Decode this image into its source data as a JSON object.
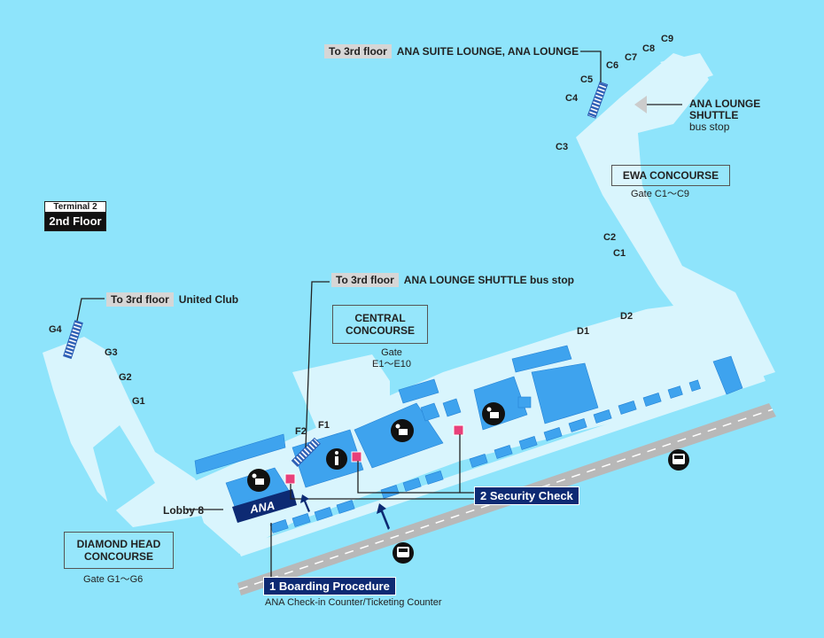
{
  "floor": {
    "terminal": "Terminal 2",
    "floor": "2nd Floor"
  },
  "callouts": {
    "ewa_lounge": {
      "tag": "To 3rd floor",
      "text": "ANA SUITE LOUNGE, ANA LOUNGE"
    },
    "central_shuttle": {
      "tag": "To 3rd floor",
      "text": "ANA LOUNGE SHUTTLE bus stop"
    },
    "united": {
      "tag": "To 3rd floor",
      "text": "United Club"
    },
    "shuttle_stop": [
      "ANA LOUNGE",
      "SHUTTLE",
      "bus stop"
    ]
  },
  "concourses": {
    "ewa": {
      "name": "EWA CONCOURSE",
      "gates": "Gate C1～C9"
    },
    "central": {
      "name_line1": "CENTRAL",
      "name_line2": "CONCOURSE",
      "gates_line1": "Gate",
      "gates_line2": "E1～E10"
    },
    "diamond": {
      "name_line1": "DIAMOND HEAD",
      "name_line2": "CONCOURSE",
      "gates": "Gate G1～G6"
    }
  },
  "gates": {
    "c9": "C9",
    "c8": "C8",
    "c7": "C7",
    "c6": "C6",
    "c5": "C5",
    "c4": "C4",
    "c3": "C3",
    "c2": "C2",
    "c1": "C1",
    "d1": "D1",
    "d2": "D2",
    "f1": "F1",
    "f2": "F2",
    "g1": "G1",
    "g2": "G2",
    "g3": "G3",
    "g4": "G4"
  },
  "lobby": "Lobby 8",
  "steps": {
    "boarding": {
      "label": "1 Boarding Procedure",
      "note": "ANA Check-in Counter/Ticketing Counter"
    },
    "security": {
      "label": "2 Security Check"
    }
  },
  "brand": {
    "ana_text": "ANA",
    "ana_color": "#0d2a73"
  },
  "colors": {
    "sea": "#8ee4fb",
    "terminal": "#d9f5fd",
    "building": "#3ea3ee",
    "road": "#b8b8b8",
    "security": "#e8407a"
  },
  "icons": [
    "info-icon",
    "bus-icon",
    "baggage-icon",
    "escalator-icon"
  ]
}
